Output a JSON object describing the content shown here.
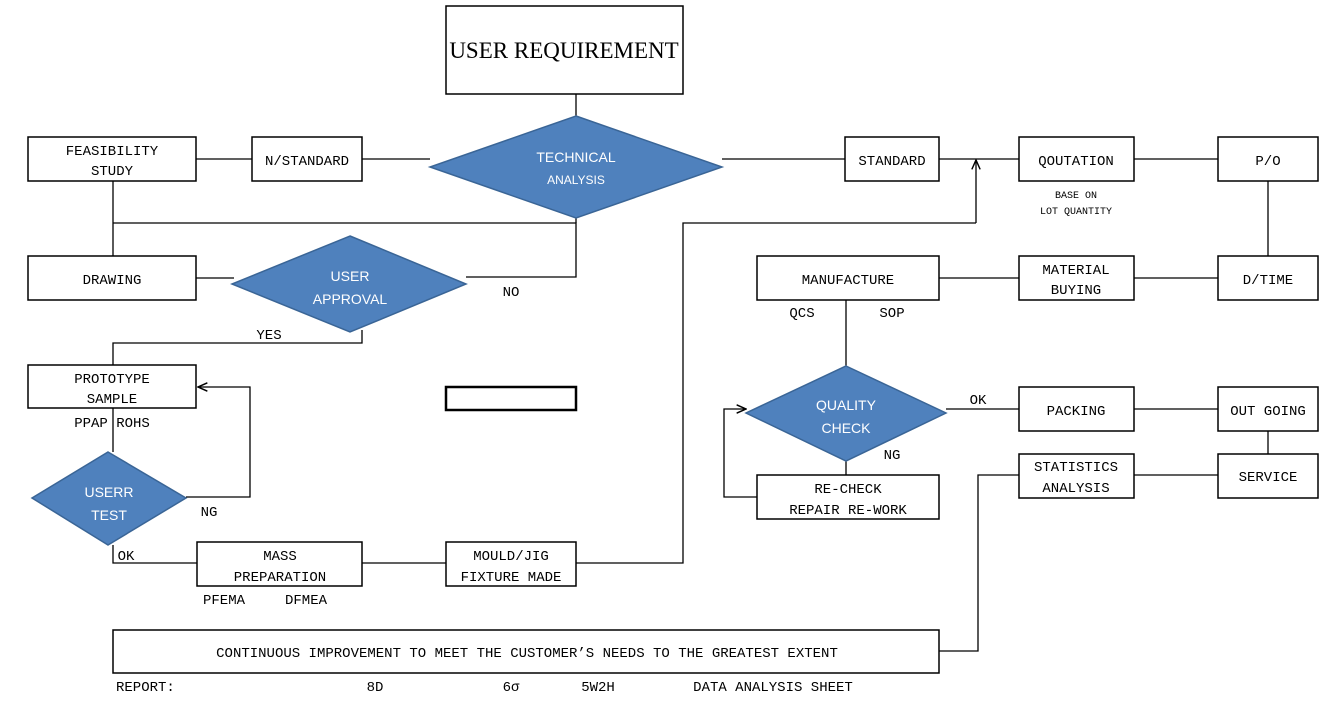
{
  "title": "USER REQUIREMENT",
  "nodes": {
    "technical_analysis": [
      "TECHNICAL",
      "ANALYSIS"
    ],
    "feasibility_study": [
      "FEASIBILITY",
      "STUDY"
    ],
    "n_standard": "N/STANDARD",
    "standard": "STANDARD",
    "quotation": "QOUTATION",
    "po": "P/O",
    "drawing": "DRAWING",
    "user_approval": [
      "USER",
      "APPROVAL"
    ],
    "manufacture": "MANUFACTURE",
    "material_buying": [
      "MATERIAL",
      "BUYING"
    ],
    "d_time": "D/TIME",
    "prototype_sample": [
      "PROTOTYPE",
      "SAMPLE"
    ],
    "quality_check": [
      "QUALITY",
      "CHECK"
    ],
    "packing": "PACKING",
    "out_going": "OUT GOING",
    "userr_test": [
      "USERR",
      "TEST"
    ],
    "recheck": [
      "RE-CHECK",
      "REPAIR RE-WORK"
    ],
    "statistics_analysis": [
      "STATISTICS",
      "ANALYSIS"
    ],
    "service": "SERVICE",
    "mass_preparation": [
      "MASS",
      "PREPARATION"
    ],
    "mould_jig": [
      "MOULD/JIG",
      "FIXTURE MADE"
    ],
    "continuous_improvement": "CONTINUOUS IMPROVEMENT TO MEET THE CUSTOMER’S NEEDS TO THE GREATEST EXTENT"
  },
  "labels": {
    "base_on": [
      "BASE ON",
      "LOT QUANTITY"
    ],
    "no": "NO",
    "yes": "YES",
    "qcs": "QCS",
    "sop": "SOP",
    "ok_quality": "OK",
    "ng_quality": "NG",
    "ppap_rohs": "PPAP ROHS",
    "ng_test": "NG",
    "ok_test": "OK",
    "pfema": "PFEMA",
    "dfmea": "DFMEA"
  },
  "report": {
    "label": "REPORT:",
    "items": [
      "8D",
      "6σ",
      "5W2H",
      "DATA ANALYSIS SHEET"
    ]
  },
  "colors": {
    "diamond_fill": "#4f81bd",
    "diamond_text": "#ffffff",
    "box_stroke": "#000000"
  }
}
